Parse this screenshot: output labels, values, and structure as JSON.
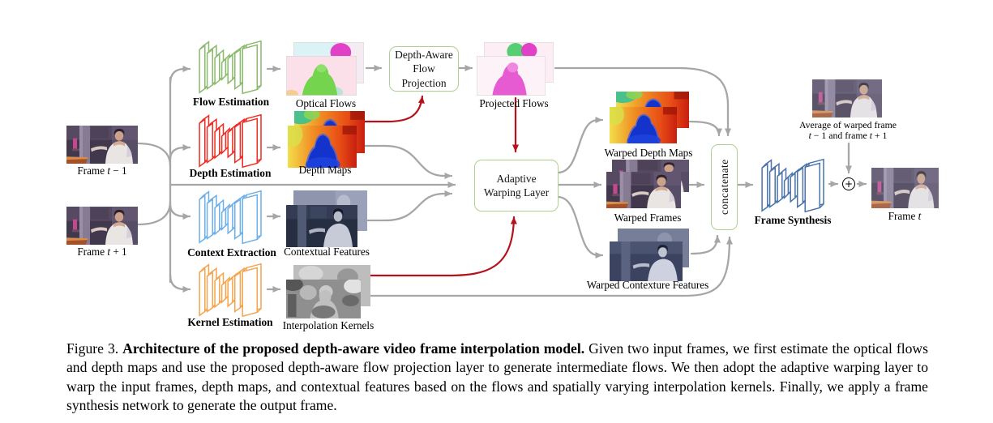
{
  "colors": {
    "arrow": "#a6a6a6",
    "arrow_red": "#b5121b",
    "box_border": "#aed192",
    "net_flow": "#8cba6e",
    "net_depth": "#ee2e24",
    "net_context": "#6fb0e8",
    "net_kernel": "#f5a54f",
    "net_synthesis": "#4b74aa"
  },
  "nodes": {
    "frame_prev_label": [
      {
        "t": "Frame "
      },
      {
        "t": "t",
        "i": true
      },
      {
        "t": " − 1"
      }
    ],
    "frame_next_label": [
      {
        "t": "Frame "
      },
      {
        "t": "t",
        "i": true
      },
      {
        "t": " + 1"
      }
    ],
    "flow_estimation": "Flow Estimation",
    "depth_estimation": "Depth Estimation",
    "context_extraction": "Context Extraction",
    "kernel_estimation": "Kernel Estimation",
    "optical_flows": "Optical Flows",
    "depth_maps": "Depth Maps",
    "contextual_features": "Contextual Features",
    "interpolation_kernels": "Interpolation Kernels",
    "flow_projection_lines": [
      "Depth-Aware",
      "Flow",
      "Projection"
    ],
    "projected_flows": "Projected Flows",
    "warping_lines": [
      "Adaptive",
      "Warping Layer"
    ],
    "warped_depth_maps": "Warped Depth Maps",
    "warped_frames": "Warped Frames",
    "warped_contexture_features": "Warped Contexture Features",
    "concatenate": "concatenate",
    "frame_synthesis": "Frame Synthesis",
    "average_line1": [
      {
        "t": "Average of warped frame"
      }
    ],
    "average_line2": [
      {
        "t": "t",
        "i": true
      },
      {
        "t": " − 1 and frame "
      },
      {
        "t": "t",
        "i": true
      },
      {
        "t": " + 1"
      }
    ],
    "plus_symbol": "+",
    "frame_t_label": [
      {
        "t": "Frame "
      },
      {
        "t": "t",
        "i": true
      }
    ]
  },
  "caption": {
    "runs": [
      {
        "t": "Figure 3. "
      },
      {
        "t": "Architecture of the proposed depth-aware video frame interpolation model.",
        "b": true
      },
      {
        "t": " Given two input frames, we first estimate the optical flows and depth maps and use the proposed depth-aware flow projection layer to generate intermediate flows. We then adopt the adaptive warping layer to warp the input frames, depth maps, and contextual features based on the flows and spatially varying interpolation kernels. Finally, we apply a frame synthesis network to generate the output frame."
      }
    ]
  }
}
